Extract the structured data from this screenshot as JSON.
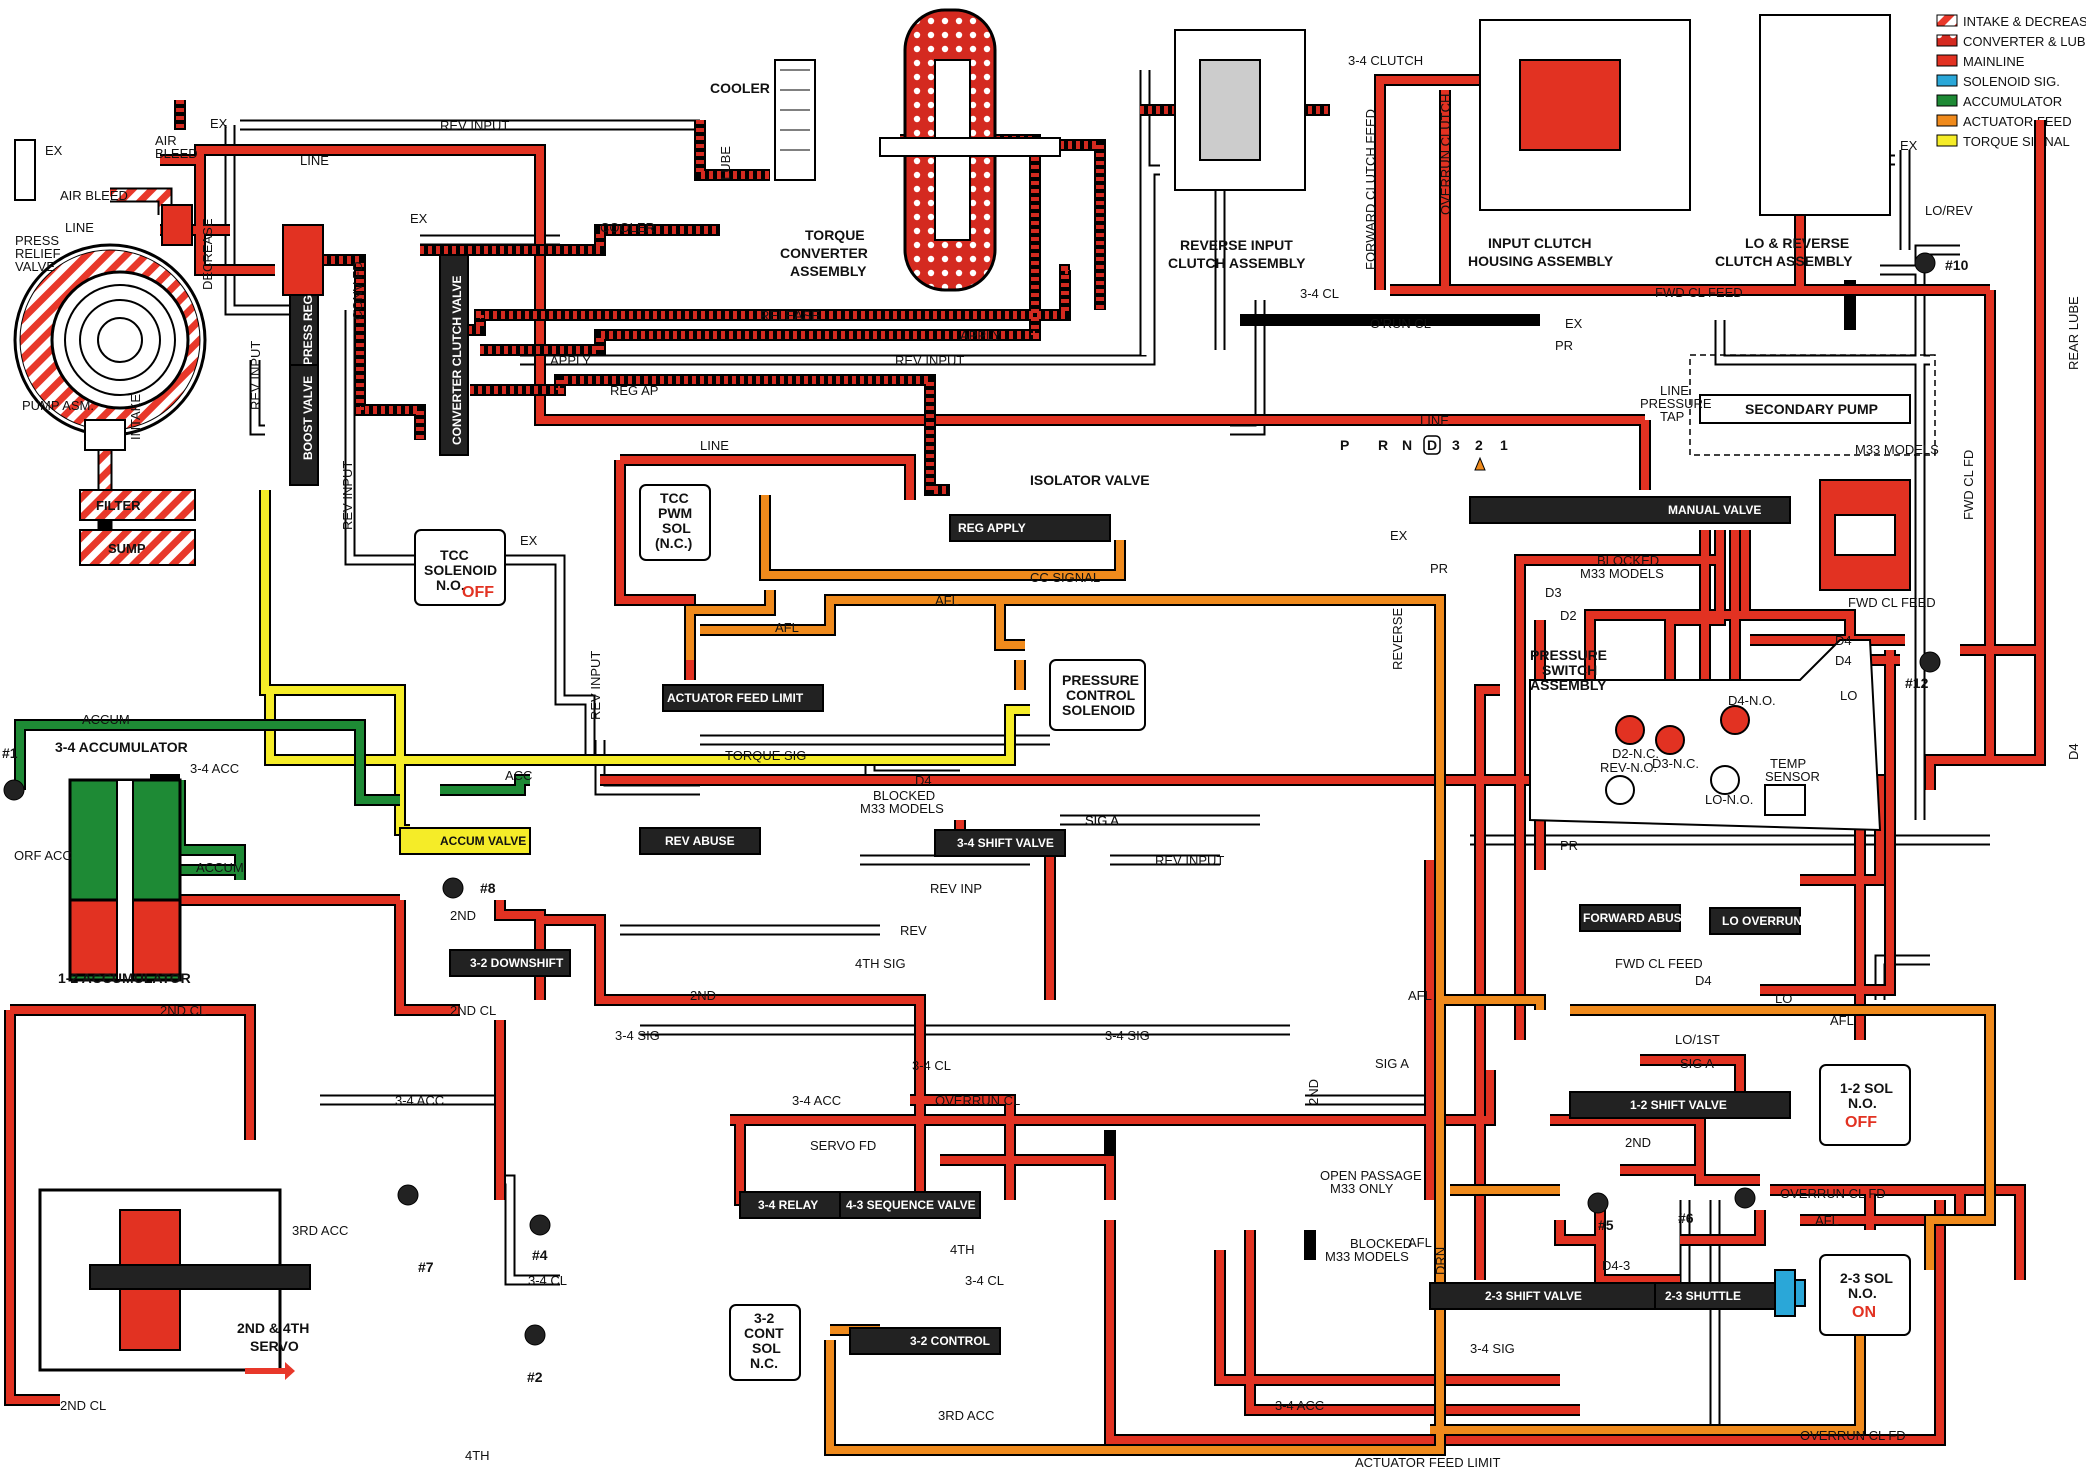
{
  "colors": {
    "intake_decrease": "#e8382a",
    "converter_lube": "#d42a20",
    "mainline": "#e23222",
    "solenoid_sig": "#2aa7d8",
    "accumulator": "#1e8a35",
    "actuator_feed": "#ef8a1c",
    "torque_signal": "#f5ec28",
    "exhaust": "#ffffff",
    "valve_body": "#222222"
  },
  "legend": [
    {
      "key": "intake_decrease",
      "label": "INTAKE & DECREASE"
    },
    {
      "key": "converter_lube",
      "label": "CONVERTER & LUBE"
    },
    {
      "key": "mainline",
      "label": "MAINLINE"
    },
    {
      "key": "solenoid_sig",
      "label": "SOLENOID SIG."
    },
    {
      "key": "accumulator",
      "label": "ACCUMULATOR"
    },
    {
      "key": "actuator_feed",
      "label": "ACTUATOR FEED"
    },
    {
      "key": "torque_signal",
      "label": "TORQUE SIGNAL"
    }
  ],
  "assemblies": {
    "cooler": "COOLER",
    "lube": "LUBE",
    "torque_converter_1": "TORQUE",
    "torque_converter_2": "CONVERTER",
    "torque_converter_3": "ASSEMBLY",
    "reverse_input_1": "REVERSE INPUT",
    "reverse_input_2": "CLUTCH ASSEMBLY",
    "input_clutch_1": "INPUT CLUTCH",
    "input_clutch_2": "HOUSING ASSEMBLY",
    "lo_reverse_1": "LO & REVERSE",
    "lo_reverse_2": "CLUTCH ASSEMBLY",
    "secondary_pump": "SECONDARY PUMP",
    "m33_models": "M33 MODELS",
    "pressure_switch_1": "PRESSURE",
    "pressure_switch_2": "SWITCH",
    "pressure_switch_3": "ASSEMBLY",
    "pump_asm": "PUMP ASM.",
    "filter": "FILTER",
    "sump": "SUMP",
    "press_relief_1": "PRESS",
    "press_relief_2": "RELIEF",
    "press_relief_3": "VALVE",
    "servo_1": "2ND & 4TH",
    "servo_2": "SERVO",
    "accum_34": "3-4 ACCUMULATOR",
    "accum_12": "1-2 ACCUMULATOR",
    "isolator": "ISOLATOR VALVE"
  },
  "valves": {
    "press_reg": "PRESS REG",
    "boost_valve": "BOOST VALVE",
    "converter_clutch": "CONVERTER CLUTCH VALVE",
    "reg_apply": "REG APPLY",
    "actuator_feed_limit": "ACTUATOR FEED LIMIT",
    "accum_valve": "ACCUM VALVE",
    "rev_abuse": "REV ABUSE",
    "shift_34": "3-4 SHIFT VALVE",
    "downshift_32": "3-2 DOWNSHIFT",
    "relay_34": "3-4 RELAY",
    "sequence_43": "4-3 SEQUENCE VALVE",
    "control_32": "3-2 CONTROL",
    "manual": "MANUAL VALVE",
    "forward_abuse": "FORWARD ABUSE",
    "lo_overrun": "LO OVERRUN",
    "shift_12": "1-2 SHIFT VALVE",
    "shift_23": "2-3 SHIFT VALVE",
    "shuttle_23": "2-3 SHUTTLE"
  },
  "solenoids": {
    "tcc": {
      "l1": "TCC",
      "l2": "SOLENOID",
      "l3": "N.O.",
      "state": "OFF"
    },
    "tcc_pwm": {
      "l1": "TCC",
      "l2": "PWM",
      "l3": "SOL",
      "l4": "(N.C.)"
    },
    "pcs": {
      "l1": "PRESSURE",
      "l2": "CONTROL",
      "l3": "SOLENOID"
    },
    "sol_12": {
      "l1": "1-2 SOL",
      "l2": "N.O.",
      "state": "OFF"
    },
    "sol_23": {
      "l1": "2-3 SOL",
      "l2": "N.O.",
      "state": "ON"
    },
    "sol_32": {
      "l1": "3-2",
      "l2": "CONT",
      "l3": "SOL",
      "l4": "N.C."
    }
  },
  "selector": [
    "P",
    "R",
    "N",
    "D",
    "3",
    "2",
    "1"
  ],
  "passages": {
    "rev_input": "REV INPUT",
    "line": "LINE",
    "decrease": "DECREASE",
    "cooler": "COOLER",
    "release": "RELEASE",
    "apply": "APPLY",
    "reg_ap": "REG AP",
    "conv_fd": "CONV FD",
    "intake": "INTAKE",
    "afl": "AFL",
    "cc_signal": "CC SIGNAL",
    "torque_sig": "TORQUE SIG",
    "d4": "D4",
    "d3": "D3",
    "d2": "D2",
    "accum": "ACCUM",
    "acc_34": "3-4 ACC",
    "orf_acc": "ORF ACC",
    "acc": "ACC",
    "sig_a": "SIG A",
    "rev_inp": "REV INP",
    "rev": "REV",
    "sig_4th": "4TH SIG",
    "second": "2ND",
    "second_cl": "2ND CL",
    "sig_34": "3-4 SIG",
    "cl_34": "3-4 CL",
    "overrun_cl": "OVERRUN CL",
    "servo_fd": "SERVO FD",
    "acc_3rd": "3RD ACC",
    "fourth": "4TH",
    "overrun_cl_fd": "OVERRUN CL FD",
    "actuator_feed_limit": "ACTUATOR FEED LIMIT",
    "fwd_cl_feed": "FWD CL FEED",
    "oruns_cl": "O'RUN CL",
    "pr": "PR",
    "lo_rev": "LO/REV",
    "lo": "LO",
    "lo_1st": "LO/1ST",
    "reverse": "REVERSE",
    "fwd_cl_fd": "FWD CL FD",
    "rear_lube": "REAR LUBE",
    "forward_clutch_feed": "FORWARD CLUTCH FEED",
    "overrun_clutch": "OVERRUN CLUTCH",
    "d43": "D4-3",
    "drn": "DRN",
    "ex": "EX",
    "line_tap_1": "LINE",
    "line_tap_2": "PRESSURE",
    "line_tap_3": "TAP",
    "blocked_m33_1": "BLOCKED",
    "blocked_m33_2": "M33 MODELS",
    "open_passage_1": "OPEN PASSAGE",
    "open_passage_2": "M33 ONLY",
    "d2nc": "D2-N.C.",
    "d3nc": "D3-N.C.",
    "d4no": "D4-N.O.",
    "revno": "REV-N.O.",
    "lono": "LO-N.O.",
    "temp_sensor_1": "TEMP",
    "temp_sensor_2": "SENSOR",
    "air_bleed": "AIR BLEED",
    "air_bleed_2": "AIR",
    "air_bleed_3": "BLEED"
  },
  "checkballs": [
    "#1",
    "#2",
    "#4",
    "#5",
    "#6",
    "#7",
    "#8",
    "#10",
    "#12"
  ]
}
